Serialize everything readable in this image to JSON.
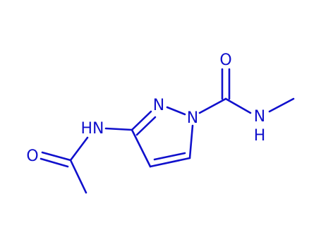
{
  "colors": {
    "ink": "#1010cc",
    "background": "#ffffff"
  },
  "atoms": {
    "amide_oxygen": "O",
    "amide_nitrogen": "N",
    "amide_hydrogen": "H",
    "ring_nitrogen_1": "N",
    "ring_nitrogen_2": "N",
    "acetamido_nitrogen": "HN",
    "acetyl_oxygen": "O"
  }
}
